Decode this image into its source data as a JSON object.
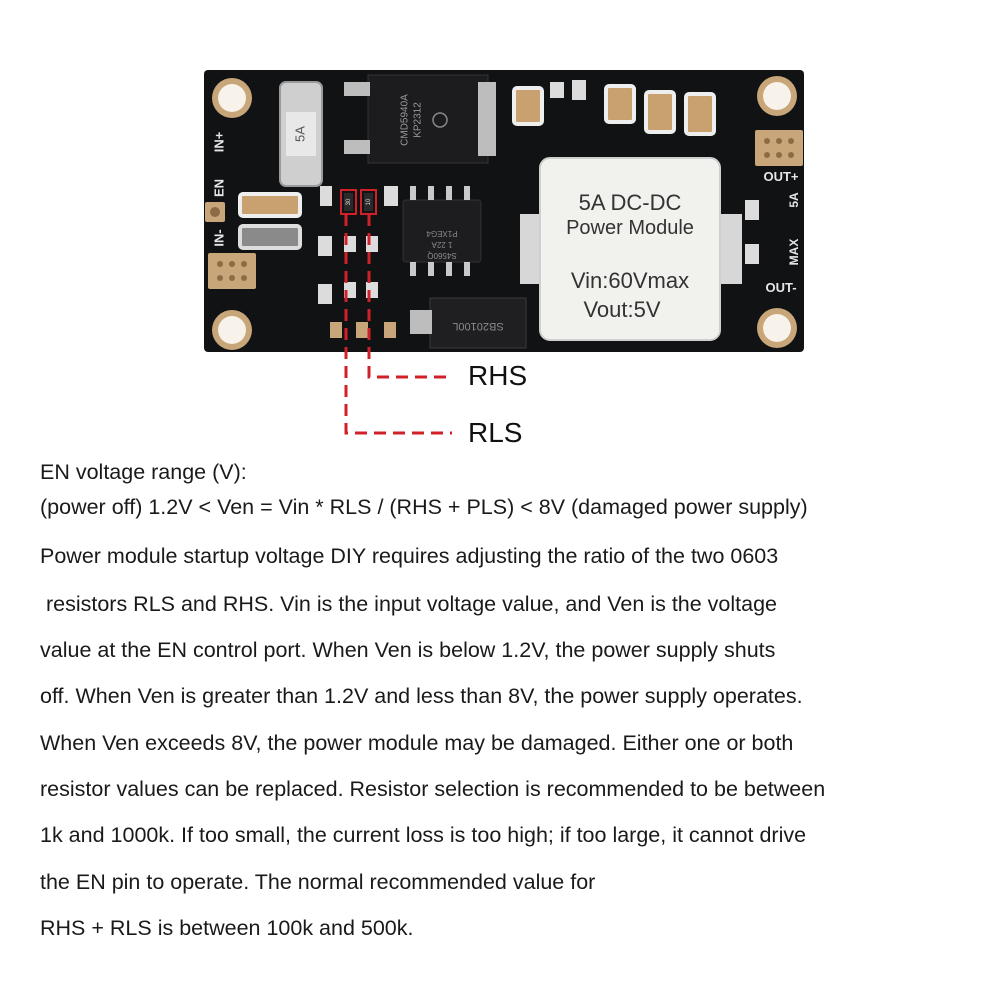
{
  "board": {
    "fuse_label": "5A",
    "mosfet_lines": [
      "CMD5940A",
      "KP2312"
    ],
    "ic_lines": [
      "P1XEG4",
      "1 22A",
      "S4560Q"
    ],
    "diode_label": "SB20100L",
    "resistor_labels": [
      "30",
      "10"
    ],
    "pin_labels": {
      "in_plus": "IN+",
      "en": "EN",
      "in_minus": "IN-",
      "out_plus": "OUT+",
      "out_minus": "OUT-",
      "current": "5A",
      "max": "MAX"
    },
    "module_label": {
      "line1": "5A DC-DC",
      "line2": "Power Module",
      "line3": "Vin:60Vmax",
      "line4": "Vout:5V"
    }
  },
  "callouts": {
    "rhs": "RHS",
    "rls": "RLS"
  },
  "text": {
    "line1": "EN voltage range (V):",
    "line2": "(power off) 1.2V < Ven = Vin * RLS / (RHS + PLS) < 8V (damaged power supply)",
    "line3": "Power module startup voltage DIY requires adjusting the ratio of the two 0603",
    "line4": " resistors RLS and RHS. Vin is the input voltage value, and Ven is the voltage",
    "line5": "value at the EN control port. When Ven is below 1.2V, the power supply shuts",
    "line6": "off. When Ven is greater than 1.2V and less than 8V, the power supply operates.",
    "line7": "When Ven exceeds 8V, the power module may be damaged. Either one or both",
    "line8": "resistor values can be replaced. Resistor selection is recommended to be between",
    "line9": "1k and 1000k. If too small, the current loss is too high; if too large, it cannot drive",
    "line10": "the EN pin to operate. The normal recommended value for",
    "line11": "RHS + RLS is between 100k and 500k."
  },
  "colors": {
    "pcb": "#111214",
    "copper": "#c8a67a",
    "callout_line": "#d0202a",
    "module_label_bg": "#f1f1ee"
  }
}
